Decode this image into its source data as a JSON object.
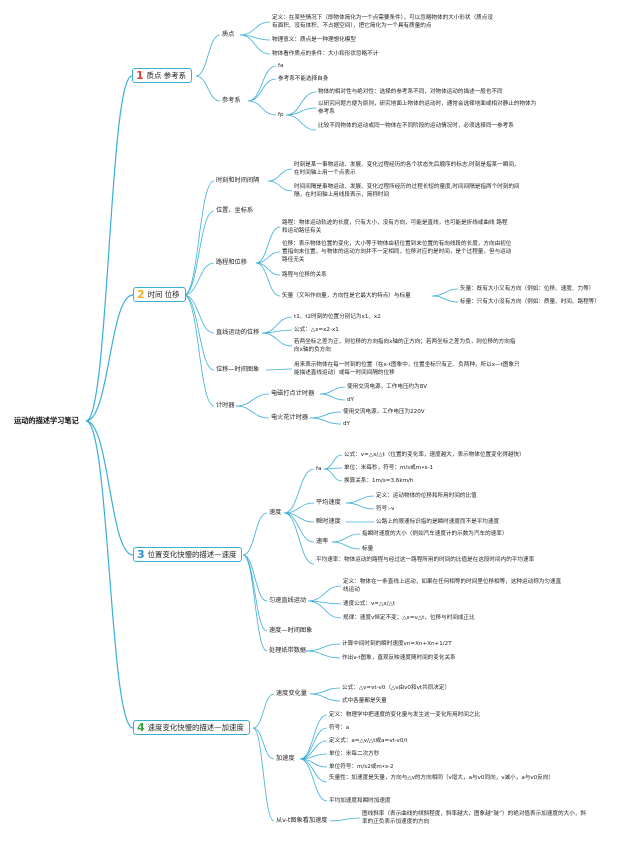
{
  "root": "运动的描述学习笔记",
  "badge_colors": {
    "b1": "#e23b3b",
    "b2": "#f0b323",
    "b3": "#2d8fd5",
    "b4": "#3aa843"
  },
  "line_color": "#3aaed8",
  "s1": {
    "num": "1",
    "title": "质点 参考系",
    "zhidian": {
      "label": "质点",
      "def": "定义：在某些情况下（即物体简化为一个点需要条件），可以忽略物体的大小形状（质点没有面积、没有体积、不占据空间），把它简化为一个具有质量的点",
      "model": "物理意义：质点是一种理想化模型",
      "cond": "物体看作质点的条件：大小和形状忽略不计"
    },
    "ckx": {
      "label": "参考系",
      "fa": "fa",
      "nocare": "参考系不能选择自身",
      "fp": "fp",
      "rel": "物体的相对性与绝对性：选择的参考系不同，对物体运动的描述一般也不同",
      "choose": "以研究问题方便为原则，研究地面上物体的运动时，通常会选择地面或相对静止的物体为参考系",
      "compare": "比较不同物体的运动或同一物体在不同阶段的运动情况时，必须选择同一参考系"
    }
  },
  "s2": {
    "num": "2",
    "title": "时间 位移",
    "sjjg": {
      "label": "时刻和时间间隔",
      "t1": "时刻是某一事物运动、发展、变化过程经历的各个状态先后顺序的标志,时刻是指某一瞬间，在时间轴上用一个点表示",
      "t2": "时间间隔是事物运动、发展、变化过程所经历的过程长短的量度,时间间隔是指两个时刻的间隔，在时间轴上用线段表示，简称时间"
    },
    "wz": "位置、坐标系",
    "lcwy": {
      "label": "路程和位移",
      "lc": "路程：物体运动轨迹的长度，只有大小，没有方向，可能是直线，也可能是折线或曲线 路程和运动路径有关",
      "wy": "位移：表示物体位置的变化，大小等于物体由初位置到末位置的有向线段的长度，方向由初位置指向末位置，与物体的运动方向并不一定相同，位移对应的是时间，是个过程量，但与运动路径无关",
      "rel": "路程与位移的关系",
      "vs": "矢量（又叫作向量，方向性是它最大的特点）与标量",
      "vec": "矢量：既有大小又有方向（例如：位移、速度、力等）",
      "sca": "标量：只有大小没有方向（例如：质量、时间、路程等）"
    },
    "zxwy": {
      "label": "直线运动的位移",
      "l1": "t1、t2时刻的位置分别记为x1、x2",
      "l2": "公式：△x=x2-x1",
      "l3": "若两坐标之差为正，则位移的方向指向x轴的正方向；若两坐标之差为负，则位移的方向指向x轴的负方向"
    },
    "wysj": {
      "label": "位移—时间图象",
      "text": "用来表示物体在每一时刻的位置（在x-t图象中，位置坐标只有正、负两种，所以x—t图象只能描述直线运动）或每一时间间隔的位移"
    },
    "jsq": {
      "label": "计时器",
      "dc": "电磁打点计时器",
      "dc1": "使用交流电源，工作电压约为8V",
      "dc2": "dY",
      "dh": "电火花计时器",
      "dh1": "使用交流电源，工作电压为220V",
      "dh2": "dY"
    }
  },
  "s3": {
    "num": "3",
    "title": "位置变化快慢的描述—速度",
    "sd": {
      "label": "速度",
      "fa": "fa",
      "f1": "公式：v=△x/△t（位置的变化率，速度越大，表示物体位置变化得越快）",
      "f2": "单位：米每秒，符号：m/s或m•s-1",
      "f3": "换算关系：1m/s=3.6km/h",
      "pj": "平均速度",
      "pj1": "定义：运动物体的位移和所用时间的比值",
      "pj2": "符号:-v",
      "ss": "瞬时速度",
      "ss1": "公路上的限速标识指的是瞬时速度而不是平均速度",
      "sl": "速率",
      "sl1": "指瞬时速度的大小（例如汽车速度计的示数为汽车的速率）",
      "sl2": "标量",
      "pjsl": "平均速率：物体运动的路程与经过这一路程所用的时间的比值是在这段时间内的平均速率"
    },
    "yszx": {
      "label": "匀速直线运动",
      "d": "定义：物体在一条直线上运动，如果在任何相等的时间里位移相等，这种运动称为匀速直线运动",
      "f": "速度公式：v=△x/△t",
      "g": "规律：速度v恒定不变；△x=v△t，位移与时间成正比"
    },
    "vt": "速度—时间图象",
    "clzd": {
      "label": "处理纸带数据",
      "a": "计算中间时刻的瞬时速度vn=Xn+Xn+1/2T",
      "b": "作出v-t图象，直观反映速度随时间的变化关系"
    }
  },
  "s4": {
    "num": "4",
    "title": "速度变化快慢的描述—加速度",
    "sdbh": {
      "label": "速度变化量",
      "a": "公式：△v=vt-v0（△v由v0和vt共同决定）",
      "b": "式中各量都是矢量"
    },
    "jsd": {
      "label": "加速度",
      "d": "定义：物理学中把速度的变化量与发生这一变化所用时间之比",
      "s": "符号：a",
      "g": "定义式：a=△v/△t或a=vt-v0/t",
      "u": "单位：米每二次方秒",
      "us": "单位符号：m/s2或m•s-2",
      "v": "矢量性：加速度是矢量，方向与△v的方向相同（v增大，a与v0同向，v减小，a与v0反向）",
      "p": "平均加速度和瞬时加速度"
    },
    "vtjs": {
      "label": "从v-t图象看加速度",
      "text": "图线斜率（表示曲线的倾斜程度，斜率越大，图象越“陡”）的绝对值表示加速度的大小，斜率的正负表示加速度的方向"
    }
  }
}
